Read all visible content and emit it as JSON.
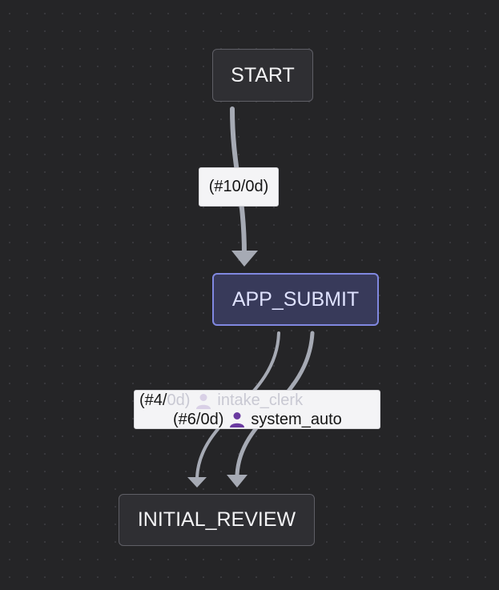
{
  "nodes": {
    "start": "START",
    "app_submit": "APP_SUBMIT",
    "initial_review": "INITIAL_REVIEW"
  },
  "edges": {
    "start_to_app": {
      "label": "(#10/0d)"
    },
    "app_to_review_1": {
      "label_count": "(#4/",
      "label_days": "0d)",
      "actor": "intake_clerk"
    },
    "app_to_review_2": {
      "label": "(#6/0d)",
      "actor": "system_auto"
    }
  },
  "colors": {
    "background": "#252527",
    "node_border": "#5f5f66",
    "active_node_border": "#8088e0",
    "edge": "#a6aab4",
    "user_icon": "#6a3aa0"
  }
}
